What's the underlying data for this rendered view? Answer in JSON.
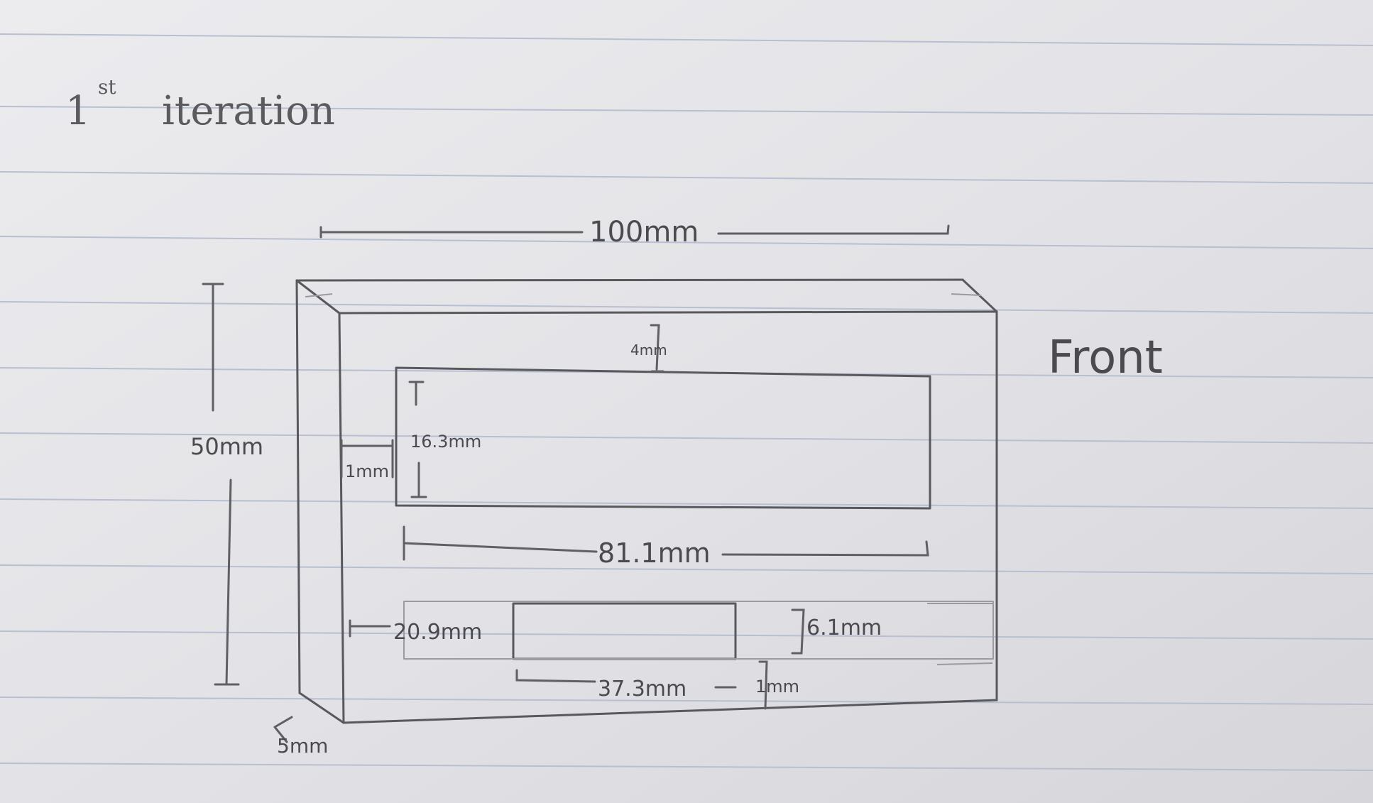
{
  "note": {
    "title_number": "1",
    "title_superscript": "st",
    "title_word": "iteration",
    "view_label": "Front"
  },
  "dimensions": {
    "overall_width": "100mm",
    "overall_height": "50mm",
    "depth": "5mm",
    "top_gap": "4mm",
    "window_height": "16.3mm",
    "side_gap": "1mm",
    "window_width": "81.1mm",
    "slot_left_offset": "20.9mm",
    "slot_height": "6.1mm",
    "slot_width": "37.3mm",
    "slot_bottom_gap": "1mm"
  },
  "colors": {
    "paper": "#e4e4e8",
    "rule_line": "#b8bfd0",
    "pencil": "#56565b",
    "pencil_light": "#8d8d92"
  }
}
